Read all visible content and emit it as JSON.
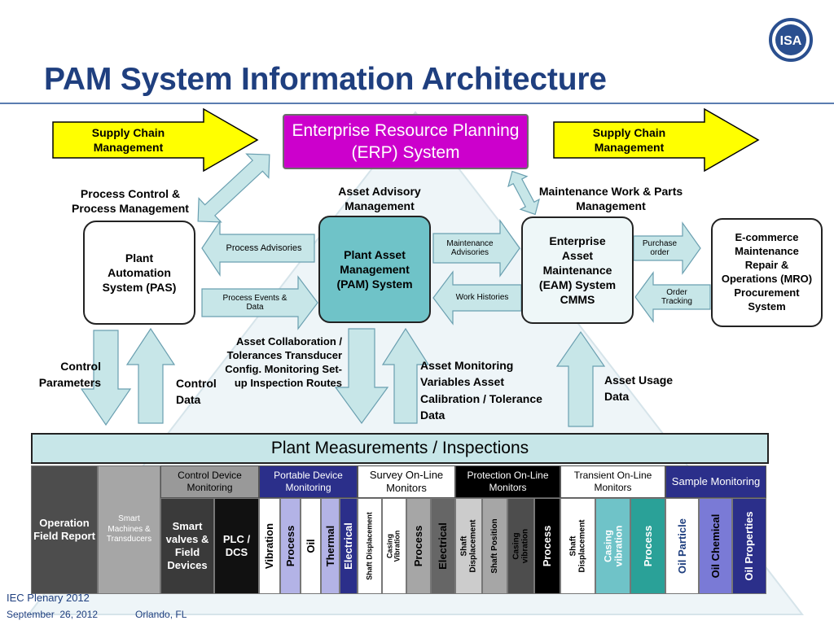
{
  "title": "PAM System Information Architecture",
  "logo_text": "ISA",
  "colors": {
    "title": "#1f3f7f",
    "yellow_arrow": "#ffff00",
    "erp": "#cc00cc",
    "pam": "#6fc3c8",
    "light_teal": "#c7e6e8",
    "dark_gray": "#4d4d4d",
    "mid_gray": "#a6a6a6",
    "navy": "#2b2f8a",
    "lavender": "#b3b3e6",
    "teal": "#2aa198",
    "black": "#000000"
  },
  "top": {
    "supply_chain_left": "Supply Chain Management",
    "erp": "Enterprise Resource Planning (ERP) System",
    "supply_chain_right": "Supply Chain Management"
  },
  "labels": {
    "process_control": "Process Control & Process Management",
    "asset_advisory": "Asset Advisory Management",
    "maintenance_work": "Maintenance Work & Parts Management",
    "asset_collab": "Asset Collaboration / Tolerances Transducer Config. Monitoring Set-up Inspection Routes",
    "asset_monitoring": "Asset Monitoring Variables Asset Calibration / Tolerance Data",
    "asset_usage": "Asset Usage Data",
    "control_params": "Control Parameters",
    "control_data": "Control Data"
  },
  "boxes": {
    "pas": "Plant Automation System (PAS)",
    "pam": "Plant Asset Management (PAM) System",
    "eam": "Enterprise Asset Maintenance (EAM) System CMMS",
    "mro": "E-commerce Maintenance Repair & Operations (MRO) Procurement System"
  },
  "arrows": {
    "process_advisories": "Process Advisories",
    "process_events": "Process Events & Data",
    "maintenance_advisories": "Maintenance Advisories",
    "work_histories": "Work Histories",
    "purchase_order": "Purchase order",
    "order_tracking": "Order Tracking"
  },
  "measurements": {
    "banner": "Plant Measurements / Inspections",
    "operation_field_report": "Operation Field Report",
    "smart_machines": "Smart Machines & Transducers",
    "control_device_monitoring": "Control Device Monitoring",
    "smart_valves": "Smart valves & Field Devices",
    "plc_dcs": "PLC / DCS",
    "portable_device_monitoring": "Portable Device Monitoring",
    "survey_online": "Survey On-Line Monitors",
    "protection_online": "Protection On-Line Monitors",
    "transient_online": "Transient On-Line Monitors",
    "sample_monitoring": "Sample Monitoring",
    "vcells": [
      "Vibration",
      "Process",
      "Oil",
      "Thermal",
      "Electrical",
      "Shaft Displacement",
      "Casing Vibration",
      "Process",
      "Electrical",
      "Shaft Displacement",
      "Shaft Position",
      "Casing vibration",
      "Process",
      "Shaft Displacement",
      "Casing vibration",
      "Process",
      "Oil Particle",
      "Oil Chemical",
      "Oil Properties"
    ]
  },
  "footer": {
    "event": "IEC Plenary 2012",
    "date": "September  26, 2012",
    "location": "Orlando, FL"
  }
}
